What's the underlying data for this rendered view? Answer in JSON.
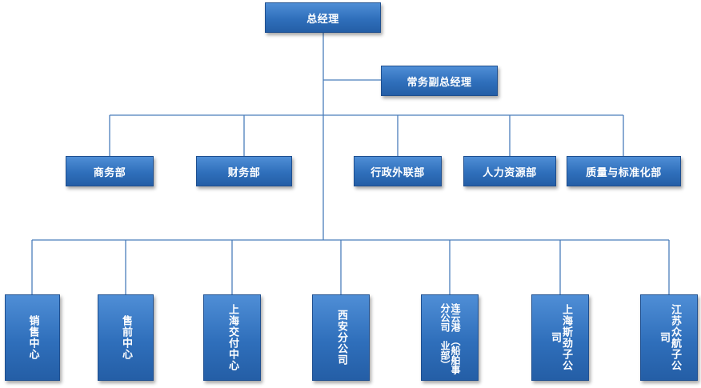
{
  "ceo": "总经理",
  "deputy": "常务副总经理",
  "departments": [
    "商务部",
    "财务部",
    "行政外联部",
    "人力资源部",
    "质量与标准化部"
  ],
  "units": [
    [
      "销售中心"
    ],
    [
      "售前中心"
    ],
    [
      "上海交付中心"
    ],
    [
      "西安分公司"
    ],
    [
      "连云港分公司",
      "（船舶事业部）"
    ],
    [
      "上海斯劲子公司"
    ],
    [
      "江苏众航子公司"
    ]
  ],
  "colors": {
    "box": "#2f6fbb",
    "border": "#1f4f8f",
    "line": "#4a7ebb"
  }
}
